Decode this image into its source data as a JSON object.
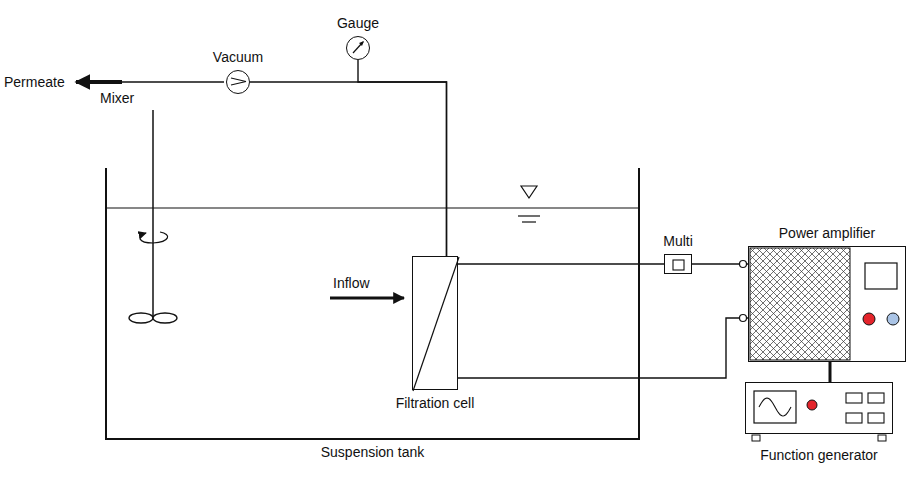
{
  "diagram": {
    "nodes": [
      {
        "text": [
          "Suspension tank"
        ]
      },
      {
        "text": [
          "Filtration cell"
        ],
        "in": 0
      },
      {
        "text": [
          "Vacuum"
        ]
      },
      {
        "text": [
          "Gauge"
        ]
      },
      {
        "text": [
          "Multi"
        ]
      },
      {
        "text": [
          "Power amplifier"
        ]
      },
      {
        "text": [
          "Function generator"
        ]
      }
    ],
    "edges": [
      {
        "from": 1,
        "to": 2,
        "arrow": "none"
      },
      {
        "from": 3,
        "to": 1,
        "arrow": "none"
      },
      {
        "from": 1,
        "to": 4,
        "arrow": "none"
      },
      {
        "from": 4,
        "to": 5,
        "arrow": "none"
      },
      {
        "from": 1,
        "to": 5,
        "arrow": "none"
      },
      {
        "from": 5,
        "to": 6,
        "arrow": "none"
      }
    ],
    "labels": [
      "Permeate",
      "Mixer",
      "Inflow"
    ]
  }
}
